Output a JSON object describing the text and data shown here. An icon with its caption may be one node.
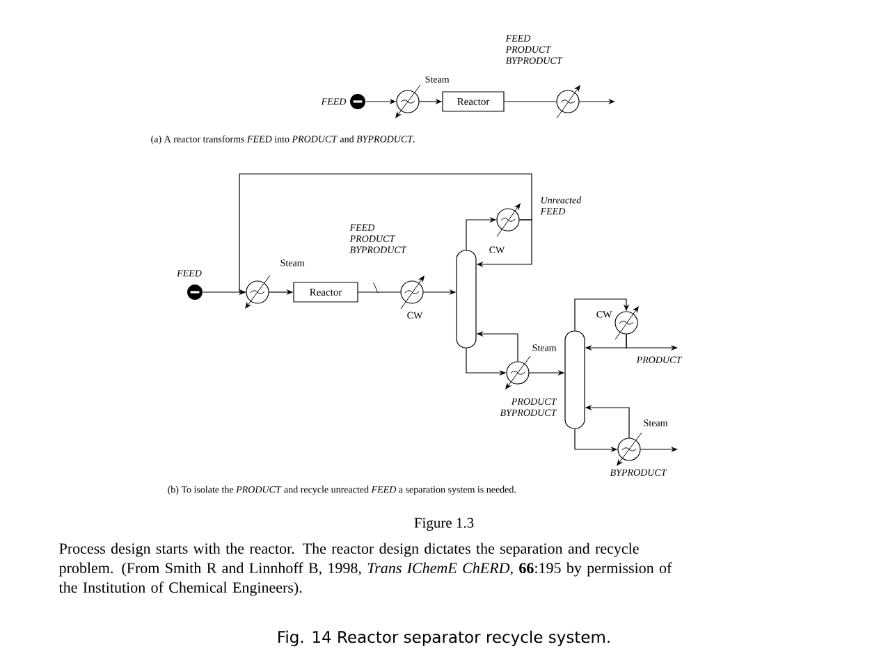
{
  "diagram": {
    "caption": "Fig. 14 Reactor separator recycle system.",
    "nodes": [
      {
        "text": [],
        "shape": "disk",
        "beside": [
          "FEED"
        ]
      },
      {
        "text": [],
        "shape": "circle",
        "beside": [
          "Steam"
        ]
      },
      {
        "text": [
          "Reactor"
        ]
      },
      {
        "text": [],
        "shape": "circle"
      },
      {
        "text": [],
        "shape": "disk",
        "beside": [
          "FEED"
        ]
      },
      {
        "text": [],
        "shape": "circle",
        "beside": [
          "Steam"
        ]
      },
      {
        "text": [
          "Reactor"
        ]
      },
      {
        "text": [],
        "shape": "circle",
        "beside": [
          "CW"
        ]
      },
      {
        "text": [],
        "shape": "column"
      },
      {
        "text": [],
        "shape": "circle",
        "beside": [
          "CW"
        ]
      },
      {
        "text": [],
        "shape": "circle",
        "beside": [
          "Steam"
        ]
      },
      {
        "text": [],
        "shape": "column"
      },
      {
        "text": [],
        "shape": "circle",
        "beside": [
          "CW"
        ]
      },
      {
        "text": [],
        "shape": "circle",
        "beside": [
          "Steam"
        ]
      }
    ],
    "edges": [
      {
        "from": 0,
        "to": 1,
        "arrow": "to"
      },
      {
        "from": 1,
        "to": 2,
        "arrow": "to"
      },
      {
        "from": 2,
        "to": 3,
        "arrow": "none"
      },
      {
        "from": 3,
        "to": null,
        "arrow": "to",
        "label": "FEED PRODUCT BYPRODUCT"
      },
      {
        "from": 4,
        "to": 5,
        "arrow": "to"
      },
      {
        "from": 9,
        "to": 5,
        "arrow": "to",
        "label": "Unreacted FEED"
      },
      {
        "from": 5,
        "to": 6,
        "arrow": "to"
      },
      {
        "from": 6,
        "to": 7,
        "arrow": "none",
        "label": "FEED PRODUCT BYPRODUCT"
      },
      {
        "from": 7,
        "to": 8,
        "arrow": "to"
      },
      {
        "from": 8,
        "to": 9,
        "arrow": "to"
      },
      {
        "from": 9,
        "to": 8,
        "arrow": "to"
      },
      {
        "from": 8,
        "to": 10,
        "arrow": "to"
      },
      {
        "from": 10,
        "to": 8,
        "arrow": "to"
      },
      {
        "from": 10,
        "to": 11,
        "arrow": "to",
        "label": "PRODUCT BYPRODUCT"
      },
      {
        "from": 11,
        "to": 12,
        "arrow": "to"
      },
      {
        "from": 12,
        "to": 11,
        "arrow": "to"
      },
      {
        "from": 12,
        "to": null,
        "arrow": "to",
        "label": "PRODUCT"
      },
      {
        "from": 11,
        "to": 13,
        "arrow": "to"
      },
      {
        "from": 13,
        "to": 11,
        "arrow": "to"
      },
      {
        "from": 13,
        "to": null,
        "arrow": "to",
        "label": "BYPRODUCT"
      }
    ],
    "labels": [
      "(a) A reactor transforms *FEED* into *PRODUCT* and *BYPRODUCT*.",
      "(b) To isolate the *PRODUCT* and recycle unreacted *FEED* a separation system is needed.",
      "Figure 1.3",
      "Process design starts with the reactor. The reactor design dictates the separation and recycle problem. (From Smith R and Linnhoff B, 1998, *Trans IChemE ChERD*, **66**:195 by permission of the Institution of Chemical Engineers)."
    ]
  }
}
